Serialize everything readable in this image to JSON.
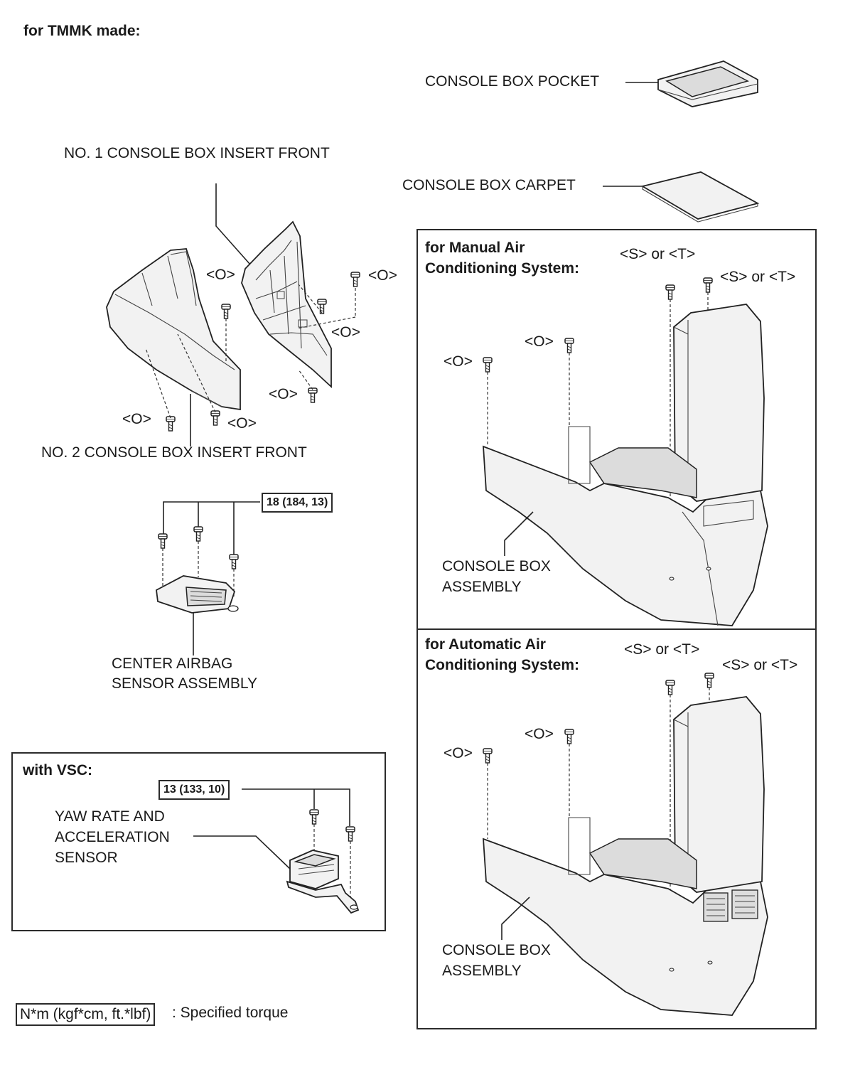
{
  "header": {
    "title": "for TMMK made:"
  },
  "labels": {
    "console_box_pocket": "CONSOLE BOX POCKET",
    "no1_insert": "NO. 1 CONSOLE BOX INSERT FRONT",
    "console_box_carpet": "CONSOLE BOX CARPET",
    "no2_insert": "NO. 2 CONSOLE BOX INSERT FRONT",
    "center_airbag": "CENTER AIRBAG\nSENSOR ASSEMBLY"
  },
  "clip_marks": {
    "o": "<O>",
    "s_or_t": "<S> or <T>"
  },
  "manual_panel": {
    "heading": "for Manual Air\nConditioning System:",
    "assembly": "CONSOLE BOX\nASSEMBLY"
  },
  "auto_panel": {
    "heading": "for Automatic Air\nConditioning System:",
    "assembly": "CONSOLE BOX\nASSEMBLY"
  },
  "vsc_panel": {
    "heading": "with VSC:",
    "sensor": "YAW RATE AND\nACCELERATION\nSENSOR",
    "torque": "13 (133, 10)"
  },
  "airbag_torque": "18 (184, 13)",
  "legend": {
    "unit_box": "N*m (kgf*cm, ft.*lbf)",
    "text": ": Specified torque"
  }
}
